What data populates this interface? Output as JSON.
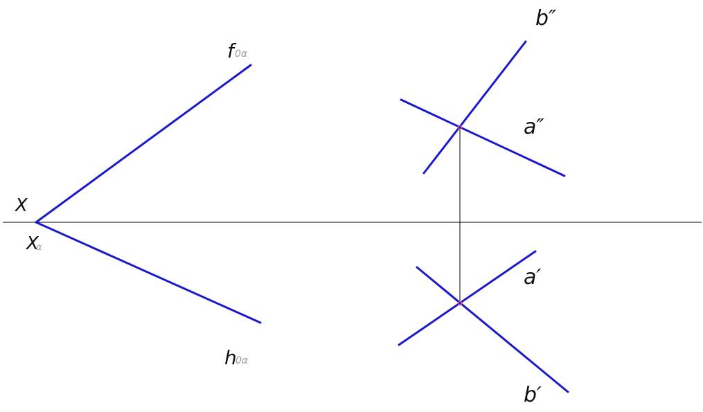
{
  "colors": {
    "line": "#1a1acc",
    "axis": "#000000",
    "construction": "#000000",
    "point": "#ff6060"
  },
  "labels": {
    "x_axis": "X",
    "x_alpha_main": "X",
    "x_alpha_sub": "α",
    "f_main": "f",
    "f_sub": "0α",
    "h_main": "h",
    "h_sub": "0α",
    "a_double": "a″",
    "b_double": "b″",
    "a_single": "a′",
    "b_single": "b′"
  }
}
